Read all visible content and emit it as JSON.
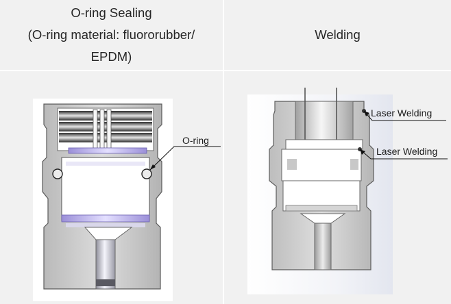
{
  "header": {
    "left_title_lines": [
      "O-ring Sealing",
      "(O-ring material: fluororubber/",
      "EPDM)"
    ],
    "right_title": "Welding"
  },
  "diagrams": {
    "left_callout": "O-ring",
    "right_callout_upper": "Laser Welding",
    "right_callout_lower": "Laser Welding"
  }
}
